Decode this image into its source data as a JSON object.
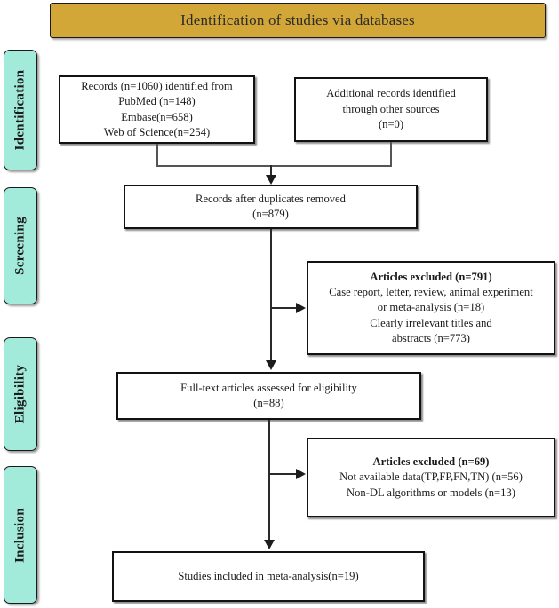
{
  "diagram": {
    "type": "prisma-flow-diagram",
    "banner": {
      "title": "Identification of studies via databases",
      "color": "#D2A737"
    },
    "stages": [
      {
        "id": "identification",
        "label": "Identification",
        "color": "#A2EBDB"
      },
      {
        "id": "screening",
        "label": "Screening",
        "color": "#A2EBDB"
      },
      {
        "id": "eligibility",
        "label": "Eligibility",
        "color": "#A2EBDB"
      },
      {
        "id": "inclusion",
        "label": "Inclusion",
        "color": "#A2EBDB"
      }
    ],
    "boxes": {
      "database_records": {
        "text": "Records (n=1060) identified from\nPubMed (n=148)\nEmbase(n=658)\nWeb of Science(n=254)",
        "total": 1060,
        "sources": [
          {
            "name": "PubMed",
            "n": 148
          },
          {
            "name": "Embase",
            "n": 658
          },
          {
            "name": "Web of Science",
            "n": 254
          }
        ]
      },
      "other_sources": {
        "text": "Additional records identified\nthrough other sources\n(n=0)",
        "n": 0
      },
      "after_duplicates": {
        "text": "Records after duplicates removed\n(n=879)",
        "n": 879
      },
      "excluded_screening": {
        "heading": "Articles excluded  (n=791)",
        "body": "Case report, letter, review, animal experiment\nor meta-analysis  (n=18)\nClearly irrelevant titles and\nabstracts (n=773)",
        "n": 791,
        "reasons": [
          {
            "reason": "Case report, letter, review, animal experiment or meta-analysis",
            "n": 18
          },
          {
            "reason": "Clearly irrelevant titles and abstracts",
            "n": 773
          }
        ]
      },
      "fulltext_assessed": {
        "text": "Full-text articles assessed for eligibility\n(n=88)",
        "n": 88
      },
      "excluded_eligibility": {
        "heading": "Articles excluded  (n=69)",
        "body": "Not available data(TP,FP,FN,TN) (n=56)\nNon-DL algorithms or models  (n=13)",
        "n": 69,
        "reasons": [
          {
            "reason": "Not available data(TP,FP,FN,TN)",
            "n": 56
          },
          {
            "reason": "Non-DL algorithms or models",
            "n": 13
          }
        ]
      },
      "included_final": {
        "text": "Studies included in meta-analysis(n=19)",
        "n": 19
      }
    }
  }
}
